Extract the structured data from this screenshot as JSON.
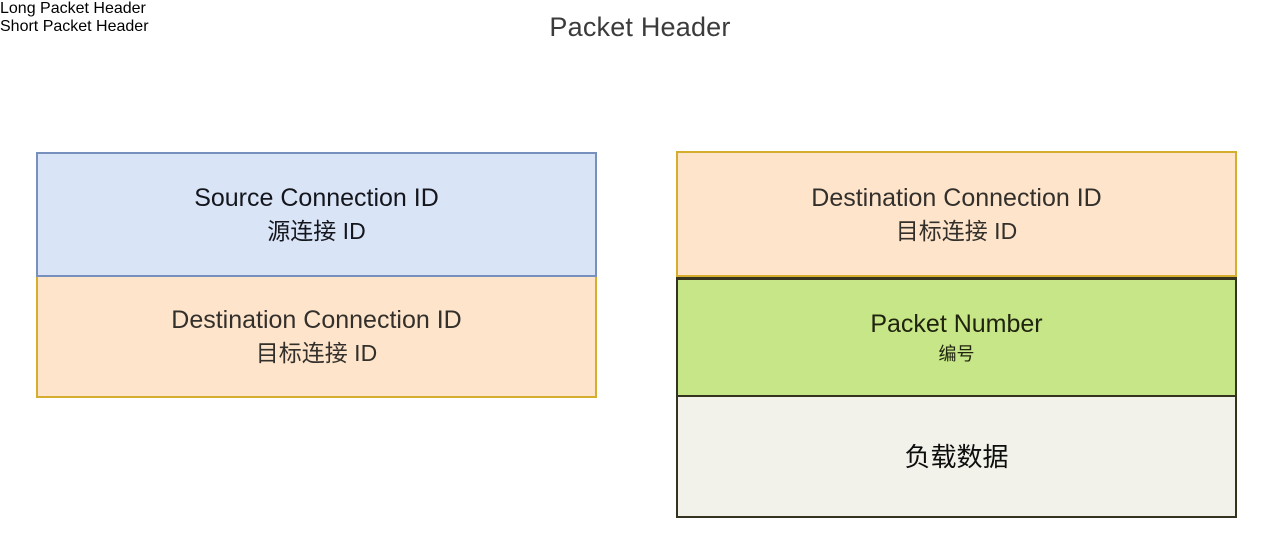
{
  "title": "Packet Header",
  "columns": [
    {
      "id": "long-packet-header",
      "header": "Long Packet Header",
      "fields": [
        {
          "id": "source-connection-id",
          "label_en": "Source Connection ID",
          "label_cn": "源连接 ID",
          "fill": "#dae4f7",
          "stroke": "#7790bd"
        },
        {
          "id": "destination-connection-id",
          "label_en": "Destination Connection ID",
          "label_cn": "目标连接 ID",
          "fill": "#fde4cb",
          "stroke": "#d6ae2f"
        }
      ]
    },
    {
      "id": "short-packet-header",
      "header": "Short Packet Header",
      "fields": [
        {
          "id": "destination-connection-id",
          "label_en": "Destination Connection ID",
          "label_cn": "目标连接 ID",
          "fill": "#fde4cb",
          "stroke": "#d6ae2f"
        },
        {
          "id": "packet-number",
          "label_en": "Packet Number",
          "label_cn": "编号",
          "fill": "#c6e687",
          "stroke": "#33331f"
        },
        {
          "id": "payload",
          "label_en": "",
          "label_cn": "负载数据",
          "fill": "#f2f2ea",
          "stroke": "#33331f"
        }
      ]
    }
  ],
  "colors": {
    "header_label_fill": "#fdfab0",
    "header_label_stroke": "#3a3a28",
    "title_text": "#3b3b3b",
    "page_background": "#ffffff"
  }
}
